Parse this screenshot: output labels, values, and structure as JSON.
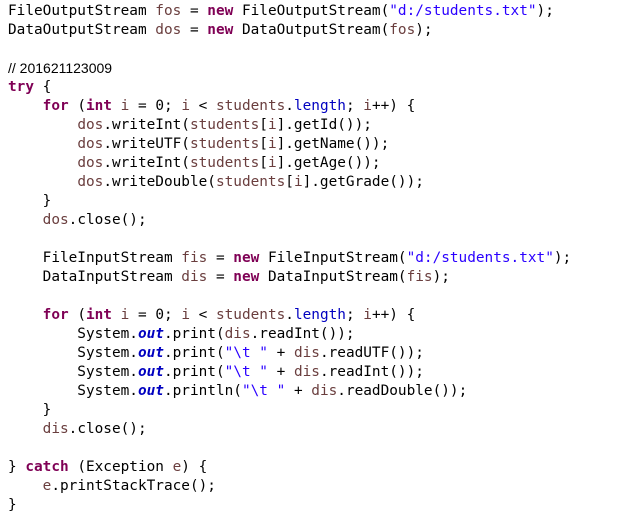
{
  "code_lines": [
    [
      {
        "t": "FileOutputStream ",
        "c": "plain"
      },
      {
        "t": "fos",
        "c": "var"
      },
      {
        "t": " = ",
        "c": "plain"
      },
      {
        "t": "new",
        "c": "kw"
      },
      {
        "t": " FileOutputStream(",
        "c": "plain"
      },
      {
        "t": "\"d:/students.txt\"",
        "c": "str"
      },
      {
        "t": ");",
        "c": "plain"
      }
    ],
    [
      {
        "t": "DataOutputStream ",
        "c": "plain"
      },
      {
        "t": "dos",
        "c": "var"
      },
      {
        "t": " = ",
        "c": "plain"
      },
      {
        "t": "new",
        "c": "kw"
      },
      {
        "t": " DataOutputStream(",
        "c": "plain"
      },
      {
        "t": "fos",
        "c": "var"
      },
      {
        "t": ");",
        "c": "plain"
      }
    ],
    [],
    [
      {
        "t": "// 201621123009",
        "c": "plain",
        "comment": true
      }
    ],
    [
      {
        "t": "try",
        "c": "kw"
      },
      {
        "t": " {",
        "c": "plain"
      }
    ],
    [
      {
        "t": "    ",
        "c": "plain"
      },
      {
        "t": "for",
        "c": "kw"
      },
      {
        "t": " (",
        "c": "plain"
      },
      {
        "t": "int",
        "c": "kw"
      },
      {
        "t": " ",
        "c": "plain"
      },
      {
        "t": "i",
        "c": "var"
      },
      {
        "t": " = 0; ",
        "c": "plain"
      },
      {
        "t": "i",
        "c": "var"
      },
      {
        "t": " < ",
        "c": "plain"
      },
      {
        "t": "students",
        "c": "var"
      },
      {
        "t": ".",
        "c": "plain"
      },
      {
        "t": "length",
        "c": "fld"
      },
      {
        "t": "; ",
        "c": "plain"
      },
      {
        "t": "i",
        "c": "var"
      },
      {
        "t": "++) {",
        "c": "plain"
      }
    ],
    [
      {
        "t": "        ",
        "c": "plain"
      },
      {
        "t": "dos",
        "c": "var"
      },
      {
        "t": ".writeInt(",
        "c": "plain"
      },
      {
        "t": "students",
        "c": "var"
      },
      {
        "t": "[",
        "c": "plain"
      },
      {
        "t": "i",
        "c": "var"
      },
      {
        "t": "].getId());",
        "c": "plain"
      }
    ],
    [
      {
        "t": "        ",
        "c": "plain"
      },
      {
        "t": "dos",
        "c": "var"
      },
      {
        "t": ".writeUTF(",
        "c": "plain"
      },
      {
        "t": "students",
        "c": "var"
      },
      {
        "t": "[",
        "c": "plain"
      },
      {
        "t": "i",
        "c": "var"
      },
      {
        "t": "].getName());",
        "c": "plain"
      }
    ],
    [
      {
        "t": "        ",
        "c": "plain"
      },
      {
        "t": "dos",
        "c": "var"
      },
      {
        "t": ".writeInt(",
        "c": "plain"
      },
      {
        "t": "students",
        "c": "var"
      },
      {
        "t": "[",
        "c": "plain"
      },
      {
        "t": "i",
        "c": "var"
      },
      {
        "t": "].getAge());",
        "c": "plain"
      }
    ],
    [
      {
        "t": "        ",
        "c": "plain"
      },
      {
        "t": "dos",
        "c": "var"
      },
      {
        "t": ".writeDouble(",
        "c": "plain"
      },
      {
        "t": "students",
        "c": "var"
      },
      {
        "t": "[",
        "c": "plain"
      },
      {
        "t": "i",
        "c": "var"
      },
      {
        "t": "].getGrade());",
        "c": "plain"
      }
    ],
    [
      {
        "t": "    }",
        "c": "plain"
      }
    ],
    [
      {
        "t": "    ",
        "c": "plain"
      },
      {
        "t": "dos",
        "c": "var"
      },
      {
        "t": ".close();",
        "c": "plain"
      }
    ],
    [],
    [
      {
        "t": "    FileInputStream ",
        "c": "plain"
      },
      {
        "t": "fis",
        "c": "var"
      },
      {
        "t": " = ",
        "c": "plain"
      },
      {
        "t": "new",
        "c": "kw"
      },
      {
        "t": " FileInputStream(",
        "c": "plain"
      },
      {
        "t": "\"d:/students.txt\"",
        "c": "str"
      },
      {
        "t": ");",
        "c": "plain"
      }
    ],
    [
      {
        "t": "    DataInputStream ",
        "c": "plain"
      },
      {
        "t": "dis",
        "c": "var"
      },
      {
        "t": " = ",
        "c": "plain"
      },
      {
        "t": "new",
        "c": "kw"
      },
      {
        "t": " DataInputStream(",
        "c": "plain"
      },
      {
        "t": "fis",
        "c": "var"
      },
      {
        "t": ");",
        "c": "plain"
      }
    ],
    [],
    [
      {
        "t": "    ",
        "c": "plain"
      },
      {
        "t": "for",
        "c": "kw"
      },
      {
        "t": " (",
        "c": "plain"
      },
      {
        "t": "int",
        "c": "kw"
      },
      {
        "t": " ",
        "c": "plain"
      },
      {
        "t": "i",
        "c": "var"
      },
      {
        "t": " = 0; ",
        "c": "plain"
      },
      {
        "t": "i",
        "c": "var"
      },
      {
        "t": " < ",
        "c": "plain"
      },
      {
        "t": "students",
        "c": "var"
      },
      {
        "t": ".",
        "c": "plain"
      },
      {
        "t": "length",
        "c": "fld"
      },
      {
        "t": "; ",
        "c": "plain"
      },
      {
        "t": "i",
        "c": "var"
      },
      {
        "t": "++) {",
        "c": "plain"
      }
    ],
    [
      {
        "t": "        System.",
        "c": "plain"
      },
      {
        "t": "out",
        "c": "fld-ital"
      },
      {
        "t": ".print(",
        "c": "plain"
      },
      {
        "t": "dis",
        "c": "var"
      },
      {
        "t": ".readInt());",
        "c": "plain"
      }
    ],
    [
      {
        "t": "        System.",
        "c": "plain"
      },
      {
        "t": "out",
        "c": "fld-ital"
      },
      {
        "t": ".print(",
        "c": "plain"
      },
      {
        "t": "\"\\t \"",
        "c": "str"
      },
      {
        "t": " + ",
        "c": "plain"
      },
      {
        "t": "dis",
        "c": "var"
      },
      {
        "t": ".readUTF());",
        "c": "plain"
      }
    ],
    [
      {
        "t": "        System.",
        "c": "plain"
      },
      {
        "t": "out",
        "c": "fld-ital"
      },
      {
        "t": ".print(",
        "c": "plain"
      },
      {
        "t": "\"\\t \"",
        "c": "str"
      },
      {
        "t": " + ",
        "c": "plain"
      },
      {
        "t": "dis",
        "c": "var"
      },
      {
        "t": ".readInt());",
        "c": "plain"
      }
    ],
    [
      {
        "t": "        System.",
        "c": "plain"
      },
      {
        "t": "out",
        "c": "fld-ital"
      },
      {
        "t": ".println(",
        "c": "plain"
      },
      {
        "t": "\"\\t \"",
        "c": "str"
      },
      {
        "t": " + ",
        "c": "plain"
      },
      {
        "t": "dis",
        "c": "var"
      },
      {
        "t": ".readDouble());",
        "c": "plain"
      }
    ],
    [
      {
        "t": "    }",
        "c": "plain"
      }
    ],
    [
      {
        "t": "    ",
        "c": "plain"
      },
      {
        "t": "dis",
        "c": "var"
      },
      {
        "t": ".close();",
        "c": "plain"
      }
    ],
    [],
    [
      {
        "t": "} ",
        "c": "plain"
      },
      {
        "t": "catch",
        "c": "kw"
      },
      {
        "t": " (Exception ",
        "c": "plain"
      },
      {
        "t": "e",
        "c": "var"
      },
      {
        "t": ") {",
        "c": "plain"
      }
    ],
    [
      {
        "t": "    ",
        "c": "plain"
      },
      {
        "t": "e",
        "c": "var"
      },
      {
        "t": ".printStackTrace();",
        "c": "plain"
      }
    ],
    [
      {
        "t": "}",
        "c": "plain"
      }
    ]
  ],
  "colors": {
    "keyword": "#7f0055",
    "string": "#2a00ff",
    "field": "#0000c0",
    "local_variable": "#6a3e3e",
    "text": "#000000",
    "background": "#ffffff"
  }
}
